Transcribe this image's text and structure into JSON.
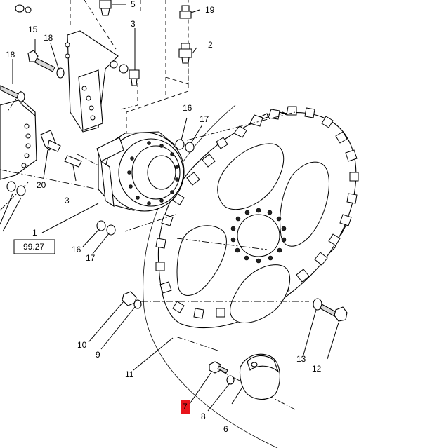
{
  "diagram": {
    "reference_box": "99.27",
    "callouts": {
      "c1": "1",
      "c2": "2",
      "c3a": "3",
      "c3b": "3",
      "c5": "5",
      "c6": "6",
      "c7": "7",
      "c8": "8",
      "c9": "9",
      "c10": "10",
      "c11": "11",
      "c12": "12",
      "c13": "13",
      "c15": "15",
      "c16a": "16",
      "c16b": "16",
      "c17a": "17",
      "c17b": "17",
      "c18a": "18",
      "c18b": "18",
      "c19": "19",
      "c20": "20"
    },
    "highlight_color": "#e8141c"
  }
}
